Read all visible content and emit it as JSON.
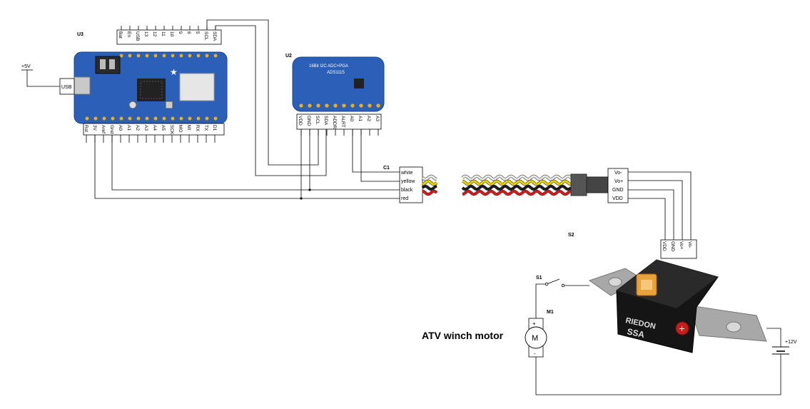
{
  "components": {
    "u3": {
      "ref": "U3",
      "top_pins": [
        "Bat",
        "En",
        "USB",
        "13",
        "12",
        "11",
        "10",
        "9",
        "6",
        "5",
        "SCL",
        "SDA"
      ],
      "bottom_pins": [
        "Rst",
        "3V",
        "Aref",
        "Gnd",
        "A0",
        "A1",
        "A2",
        "A3",
        "A4",
        "A5",
        "SCK",
        "MO",
        "MI",
        "RX",
        "TX",
        "D1"
      ],
      "usb_label": "USB"
    },
    "u2": {
      "ref": "U2",
      "title_line1": "16Bit I2C ADC+PGA",
      "title_line2": "ADS1115",
      "pins": [
        "VDD",
        "GND",
        "SCL",
        "SDA",
        "ADDR",
        "ALRT",
        "A0",
        "A1",
        "A2",
        "A3"
      ]
    },
    "c1": {
      "ref": "C1",
      "wires": [
        "white",
        "yellow",
        "black",
        "red"
      ]
    },
    "s2": {
      "ref": "S2",
      "connector_pins": [
        "Vo-",
        "Vo+",
        "GND",
        "VDD"
      ],
      "bottom_pins": [
        "VDD",
        "GND",
        "Vo+",
        "Vo-"
      ],
      "brand": "RIEDON",
      "model": "SSA"
    },
    "s1": {
      "ref": "S1"
    },
    "m1": {
      "ref": "M1",
      "symbol": "M",
      "plus": "+",
      "minus": "-"
    },
    "power": {
      "usb_supply": "+5V",
      "battery": "+12V"
    }
  },
  "caption": "ATV winch motor",
  "colors": {
    "board_blue": "#2c5fb8",
    "wire_white": "#e8e8e8",
    "wire_yellow": "#e8d200",
    "wire_black": "#1a1a1a",
    "wire_red": "#d81818",
    "sensor_body": "#151515",
    "busbar": "#a0a0a0",
    "plug": "#e8a23a"
  }
}
